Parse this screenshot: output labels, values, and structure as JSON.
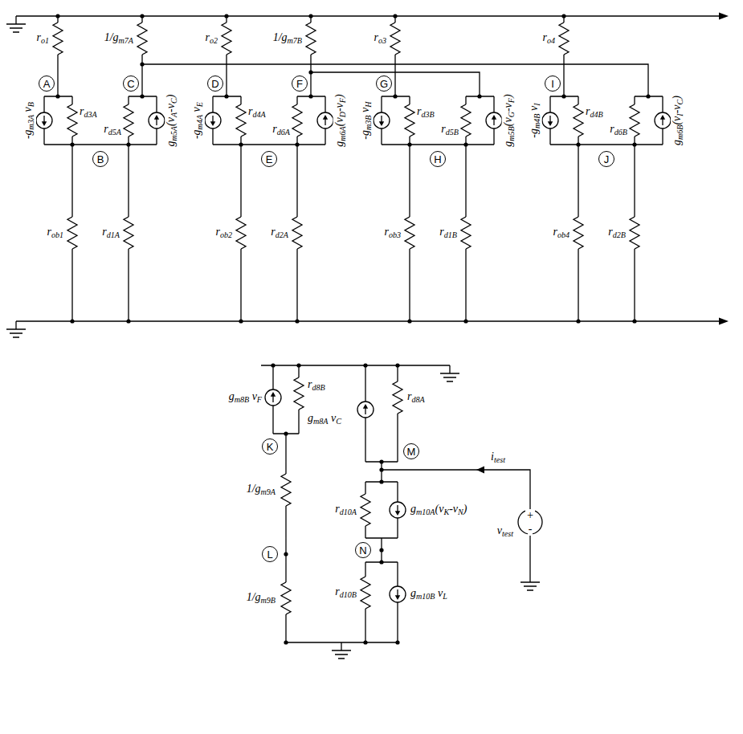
{
  "diagram": {
    "nodes": [
      {
        "text": [
          "A"
        ]
      },
      {
        "text": [
          "C"
        ]
      },
      {
        "text": [
          "D"
        ]
      },
      {
        "text": [
          "F"
        ]
      },
      {
        "text": [
          "G"
        ]
      },
      {
        "text": [
          "I"
        ]
      },
      {
        "text": [
          "B"
        ]
      },
      {
        "text": [
          "E"
        ]
      },
      {
        "text": [
          "H"
        ]
      },
      {
        "text": [
          "J"
        ]
      },
      {
        "text": [
          "K"
        ]
      },
      {
        "text": [
          "M"
        ]
      },
      {
        "text": [
          "L"
        ]
      },
      {
        "text": [
          "N"
        ]
      }
    ],
    "labels": [
      "ro1",
      "1/gm7A",
      "ro2",
      "1/gm7B",
      "ro3",
      "ro4",
      "rd3A",
      "rd5A",
      "rd4A",
      "rd6A",
      "rd3B",
      "rd5B",
      "rd4B",
      "rd6B",
      "-gm3A vB",
      "gm5A(vA-vC)",
      "-gm4A vE",
      "gm6A(vD-vF)",
      "-gm3B vH",
      "gm5B(vG-vF)",
      "-gm4B vI",
      "gm6B(vI-vC)",
      "rob1",
      "rd1A",
      "rob2",
      "rd2A",
      "rob3",
      "rd1B",
      "rob4",
      "rd2B",
      "gm8B vF",
      "rd8B",
      "gm8A vC",
      "rd8A",
      "itest",
      "1/gm9A",
      "rd10A",
      "gm10A(vK-vN)",
      "vtest",
      "+",
      "-",
      "1/gm9B",
      "rd10B",
      "gm10B vL"
    ]
  }
}
